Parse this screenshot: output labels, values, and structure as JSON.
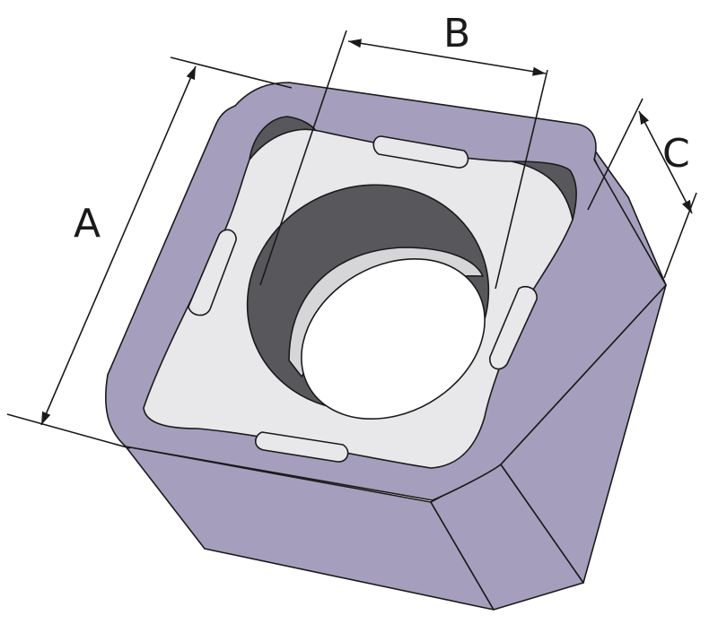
{
  "labels": {
    "a": "A",
    "b": "B",
    "c": "C"
  },
  "colors": {
    "body_top": "#a59fbd",
    "body_side": "#a59fbd",
    "chip_face": "#e8e8ea",
    "bore_shadow": "#58585c",
    "bore_inner": "#d6d6d8",
    "bore_hole": "#ffffff",
    "line": "#1a1a1a"
  }
}
